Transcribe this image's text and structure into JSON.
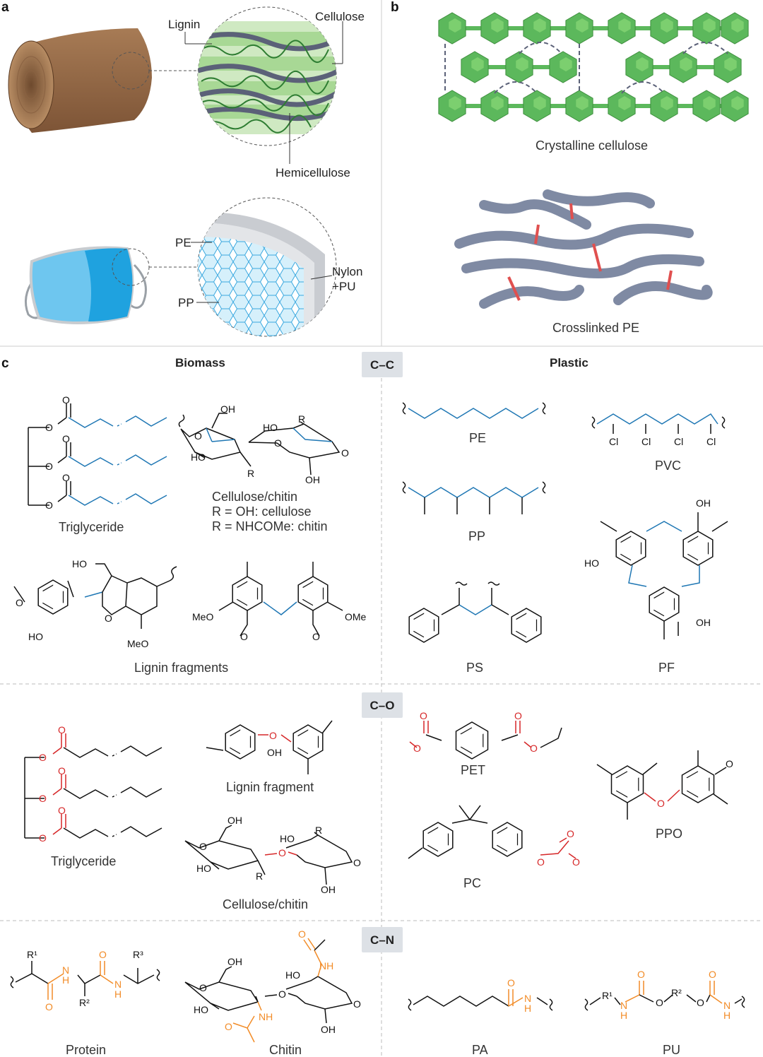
{
  "panel_labels": {
    "a": "a",
    "b": "b",
    "c": "c"
  },
  "panel_a": {
    "wood": {
      "lignin": "Lignin",
      "cellulose": "Cellulose",
      "hemicellulose": "Hemicellulose"
    },
    "mask": {
      "pe": "PE",
      "pp": "PP",
      "nylon": "Nylon",
      "pu": "+PU"
    }
  },
  "panel_b": {
    "top_caption": "Crystalline cellulose",
    "bottom_caption": "Crosslinked PE"
  },
  "panel_c": {
    "biomass_header": "Biomass",
    "plastic_header": "Plastic",
    "bond_cc": "C–C",
    "bond_co": "C–O",
    "bond_cn": "C–N",
    "cc": {
      "triglyceride": "Triglyceride",
      "cellulose_line1": "Cellulose/chitin",
      "cellulose_line2": "R = OH: cellulose",
      "cellulose_line3": "R = NHCOMe: chitin",
      "lignin": "Lignin fragments",
      "pe": "PE",
      "pvc": "PVC",
      "pp": "PP",
      "ps": "PS",
      "pf": "PF"
    },
    "co": {
      "triglyceride": "Triglyceride",
      "lignin": "Lignin fragment",
      "cellulose": "Cellulose/chitin",
      "pet": "PET",
      "pc": "PC",
      "ppo": "PPO"
    },
    "cn": {
      "protein": "Protein",
      "chitin": "Chitin",
      "pa": "PA",
      "pu": "PU"
    }
  },
  "atoms": {
    "O": "O",
    "OH": "OH",
    "HO": "HO",
    "R": "R",
    "Cl": "Cl",
    "MeO": "MeO",
    "OMe": "OMe",
    "NH": "NH",
    "N": "N",
    "H": "H",
    "R1": "R¹",
    "R2": "R²",
    "R3": "R³"
  },
  "colors": {
    "bond_cc": "#1f77b4",
    "bond_co": "#d62728",
    "bond_cn": "#f28c28",
    "cellulose": "#5cb85c",
    "polymer": "#7f8aa3"
  }
}
